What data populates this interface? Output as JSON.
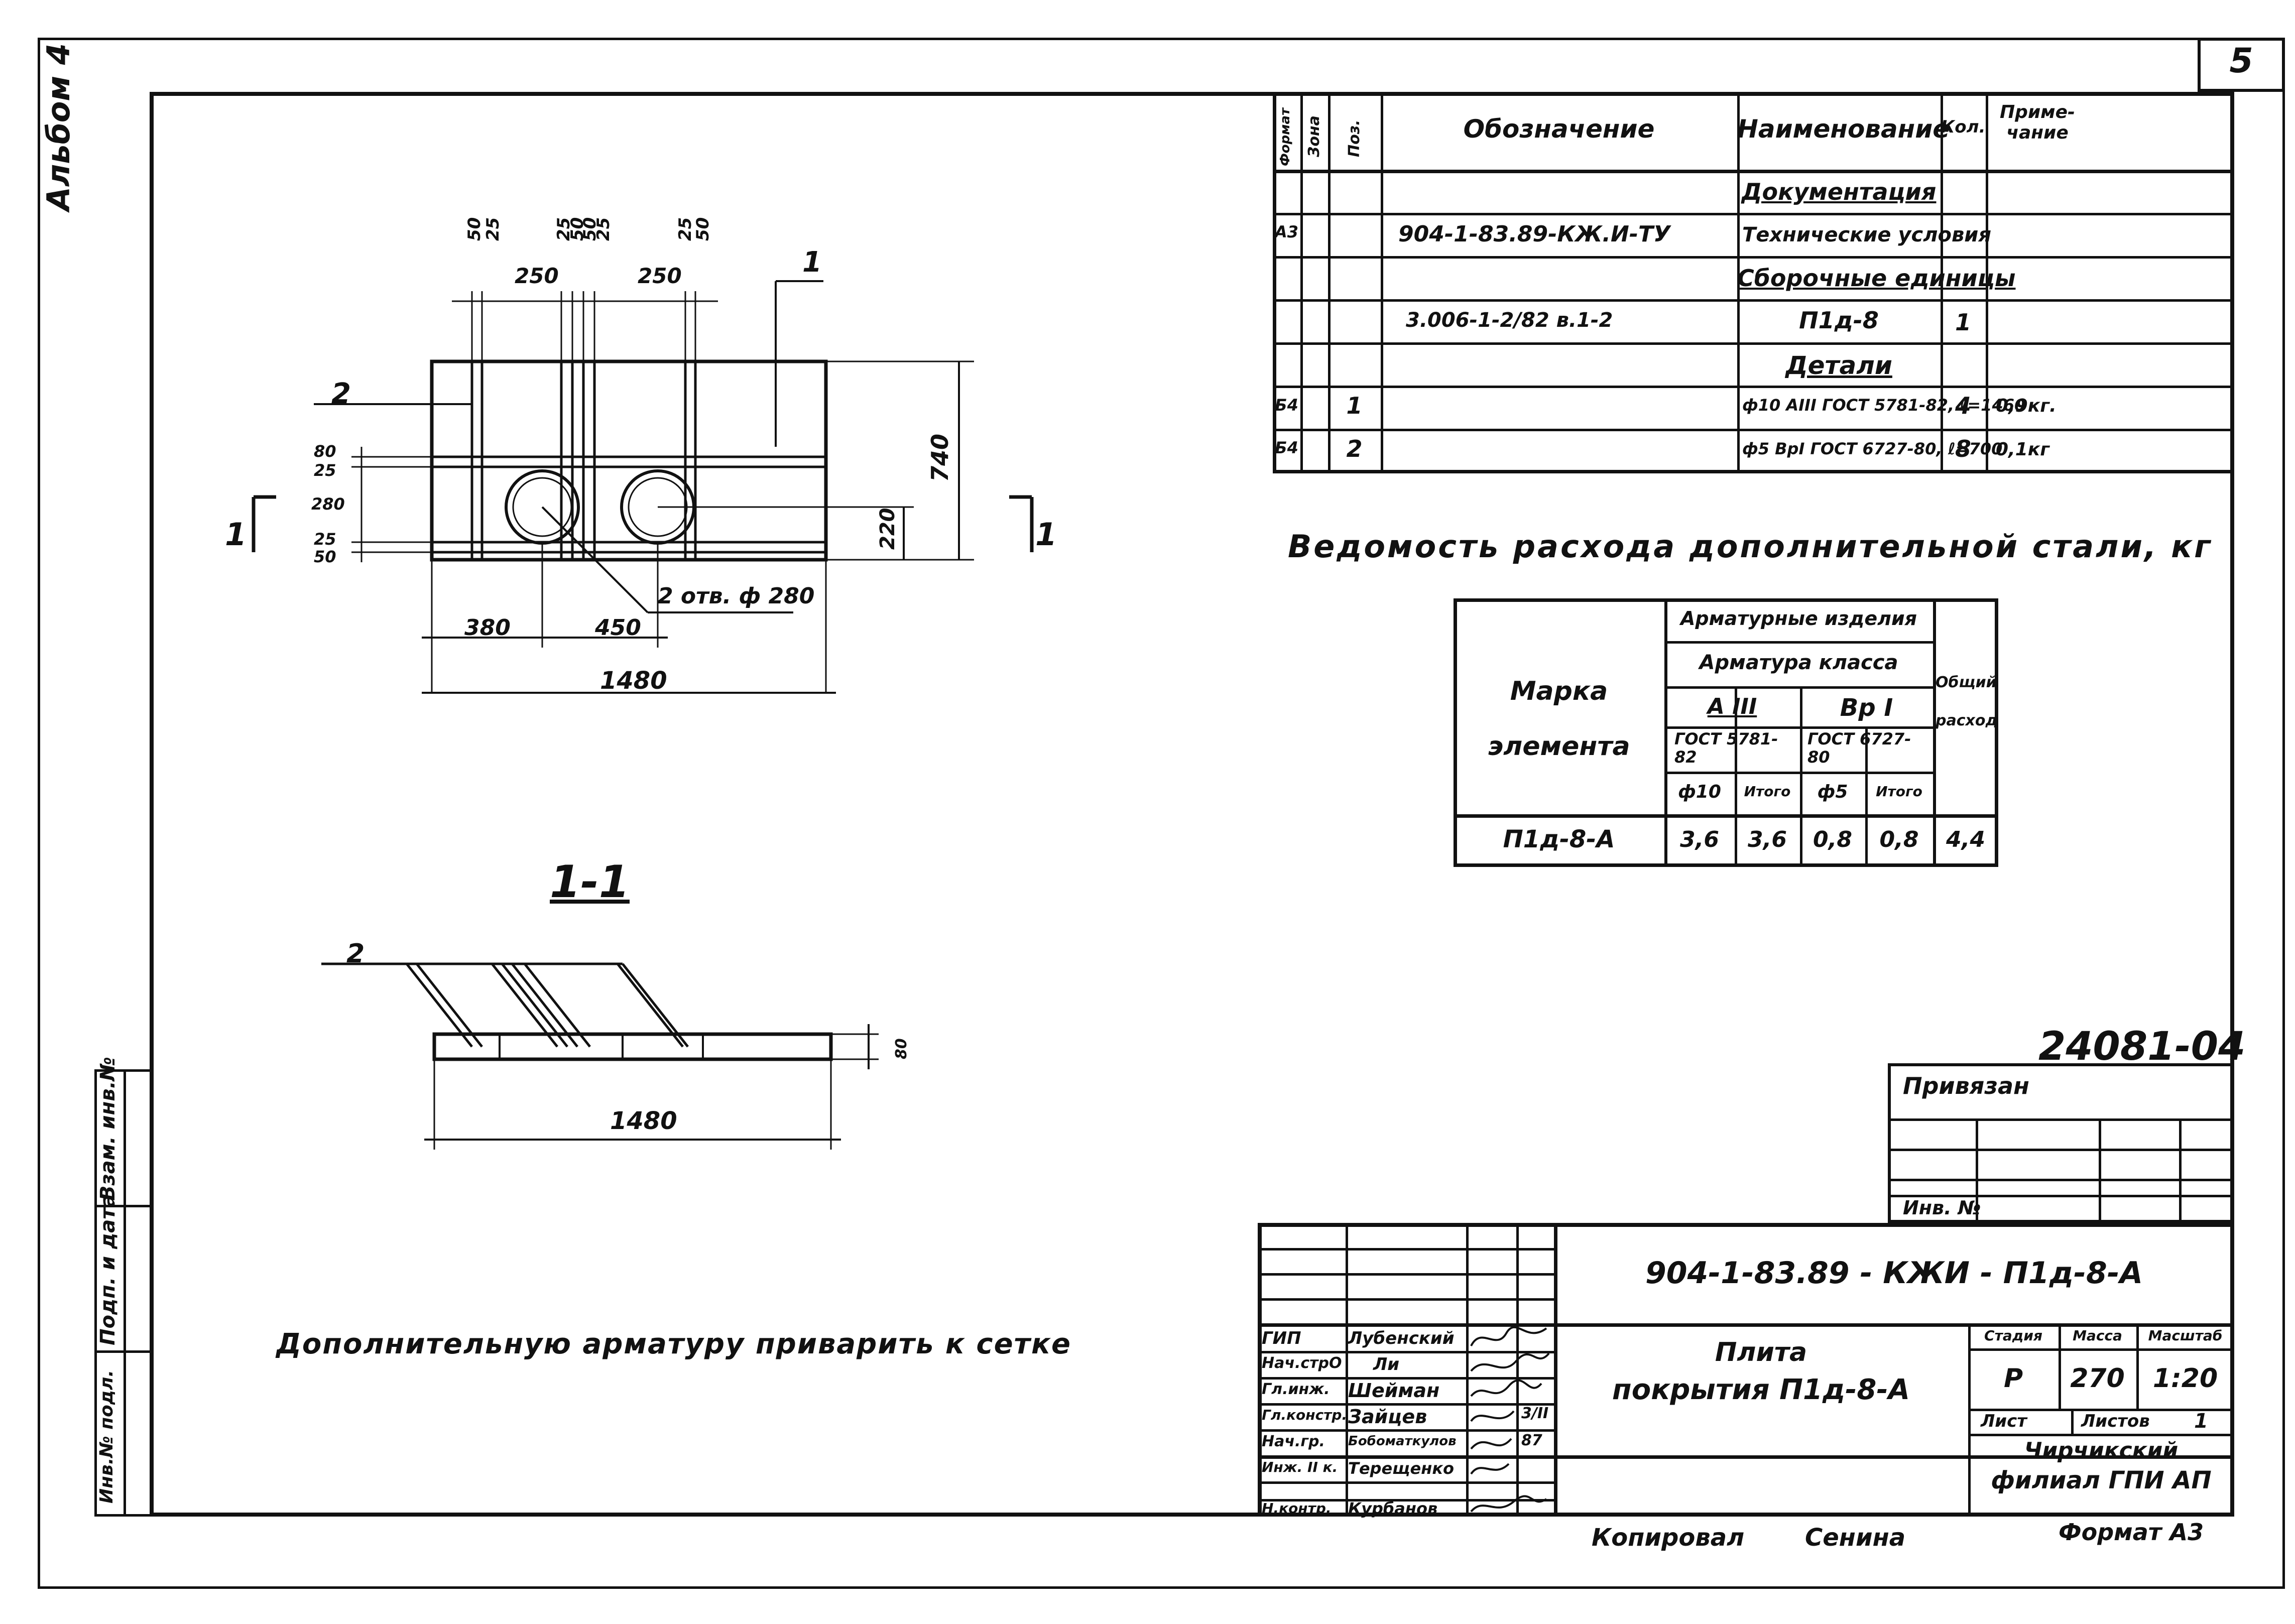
{
  "sheet": {
    "number": "5",
    "album": "Альбом 4",
    "code": "24081-04",
    "copied_label": "Копировал",
    "copied_name": "Сенина",
    "format": "Формат А3"
  },
  "plan": {
    "pos1": "1",
    "pos2": "2",
    "section_mark": "1",
    "dims": {
      "d50a": "50",
      "d25a": "25",
      "d250a": "250",
      "d25b": "25",
      "d50b": "50",
      "d50c": "50",
      "d25c": "25",
      "d250b": "250",
      "d25d": "25",
      "d50d": "50",
      "l80": "80",
      "l25": "25",
      "l280": "280",
      "l25b": "25",
      "l50": "50",
      "h740": "740",
      "h220": "220",
      "w380": "380",
      "w450": "450",
      "w1480": "1480"
    },
    "holes_label": "2 отв. ф 280"
  },
  "section": {
    "title": "1-1",
    "pos2": "2",
    "thickness": "80",
    "length": "1480"
  },
  "note": "Дополнительную арматуру приварить к сетке",
  "spec": {
    "headers": [
      "Формат",
      "Зона",
      "Поз.",
      "Обозначение",
      "Наименование",
      "Кол.",
      "Приме-чание"
    ],
    "rows": [
      {
        "fmt": "",
        "zone": "",
        "pos": "",
        "des": "",
        "name": "Документация",
        "qty": "",
        "note": "",
        "head": true
      },
      {
        "fmt": "А3",
        "zone": "",
        "pos": "",
        "des": "904-1-83.89-КЖ.И-ТУ",
        "name": "Технические условия",
        "qty": "",
        "note": "",
        "head": false
      },
      {
        "fmt": "",
        "zone": "",
        "pos": "",
        "des": "",
        "name": "Сборочные единицы",
        "qty": "",
        "note": "",
        "head": true
      },
      {
        "fmt": "",
        "zone": "",
        "pos": "",
        "des": "3.006-1-2/82  в.1-2",
        "name": "П1д-8",
        "qty": "1",
        "note": "",
        "head": false
      },
      {
        "fmt": "",
        "zone": "",
        "pos": "",
        "des": "",
        "name": "Детали",
        "qty": "",
        "note": "",
        "head": true
      },
      {
        "fmt": "Б4",
        "zone": "",
        "pos": "1",
        "des": "",
        "name": "ф10 АIII ГОСТ 5781-82, ℓ=1460",
        "qty": "4",
        "note": "0,9кг.",
        "head": false
      },
      {
        "fmt": "Б4",
        "zone": "",
        "pos": "2",
        "des": "",
        "name": "ф5 ВрI ГОСТ 6727-80, ℓ=700",
        "qty": "8",
        "note": "0,1кг",
        "head": false
      }
    ]
  },
  "steel": {
    "title": "Ведомость расхода дополнительной стали, кг",
    "mark_header": "Марка элемента",
    "items_header": "Арматурные изделия",
    "class_header": "Арматура класса",
    "cls1": "А III",
    "cls2": "Вр I",
    "gost1": "ГОСТ 5781-82",
    "gost2": "ГОСТ 6727-80",
    "d10": "ф10",
    "total1": "Итого",
    "d5": "ф5",
    "total2": "Итого",
    "total_header": "Общий расход",
    "row": {
      "mark": "П1д-8-А",
      "v1": "3,6",
      "v2": "3,6",
      "v3": "0,8",
      "v4": "0,8",
      "total": "4,4"
    }
  },
  "attached": {
    "label": "Привязан",
    "inv_label": "Инв. №"
  },
  "titleblock": {
    "designation": "904-1-83.89 - КЖИ - П1д-8-А",
    "name_line1": "Плита",
    "name_line2": "покрытия  П1д-8-А",
    "stage_label": "Стадия",
    "sheet_label": "Масса",
    "scale_label": "Масштаб",
    "stage": "Р",
    "mass": "270",
    "scale": "1:20",
    "list_label": "Лист",
    "lists_label": "Листов",
    "lists": "1",
    "org_line1": "Чирчикский",
    "org_line2": "филиал  ГПИ АП",
    "people": [
      {
        "role": "ГИП",
        "name": "Лубенский"
      },
      {
        "role": "Нач.стрО",
        "name": "Ли"
      },
      {
        "role": "Гл.инж.",
        "name": "Шейман"
      },
      {
        "role": "Гл.констр.",
        "name": "Зайцев"
      },
      {
        "role": "Нач.гр.",
        "name": "Бобоматкулов"
      },
      {
        "role": "Инж. II к.",
        "name": "Терещенко"
      },
      {
        "role": "",
        "name": ""
      },
      {
        "role": "Н.контр.",
        "name": "Курбанов"
      }
    ],
    "date1": "3/II",
    "date2": "87"
  },
  "sidebar": {
    "inv": "Инв.№ подл.",
    "sign": "Подп. и дата",
    "vzam": "Взам. инв.№"
  }
}
